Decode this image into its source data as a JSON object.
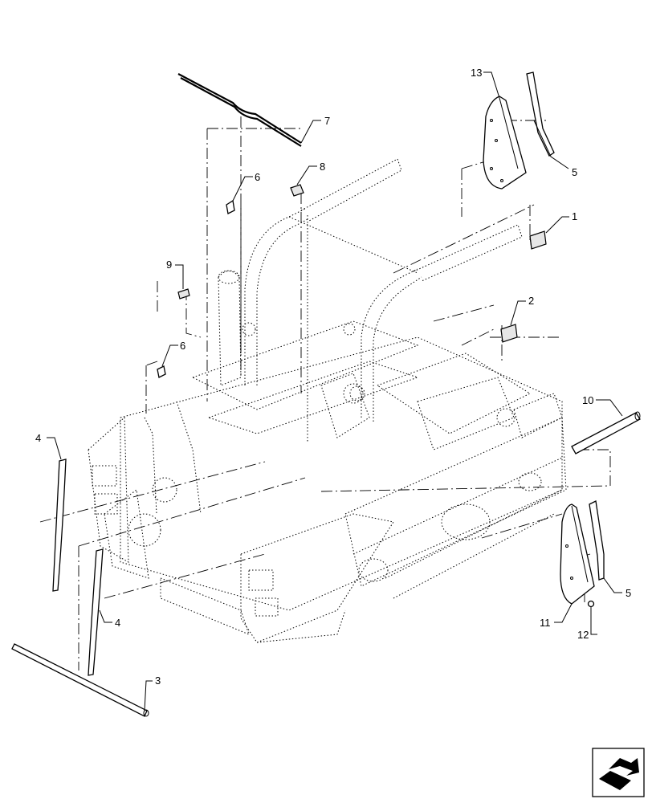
{
  "callouts": [
    {
      "id": "c1",
      "label": "1"
    },
    {
      "id": "c2",
      "label": "2"
    },
    {
      "id": "c3",
      "label": "3"
    },
    {
      "id": "c4a",
      "label": "4"
    },
    {
      "id": "c4b",
      "label": "4"
    },
    {
      "id": "c5a",
      "label": "5"
    },
    {
      "id": "c5b",
      "label": "5"
    },
    {
      "id": "c6a",
      "label": "6"
    },
    {
      "id": "c6b",
      "label": "6"
    },
    {
      "id": "c7",
      "label": "7"
    },
    {
      "id": "c8",
      "label": "8"
    },
    {
      "id": "c9",
      "label": "9"
    },
    {
      "id": "c10",
      "label": "10"
    },
    {
      "id": "c11",
      "label": "11"
    },
    {
      "id": "c12",
      "label": "12"
    },
    {
      "id": "c13",
      "label": "13"
    }
  ],
  "icons": {
    "corner": "exploded-view-arrow-icon"
  },
  "colors": {
    "line": "#000000",
    "background": "#ffffff"
  }
}
